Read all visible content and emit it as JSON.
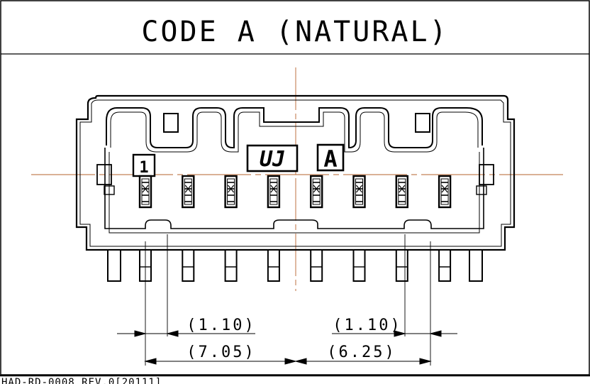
{
  "header": {
    "title": "CODE A (NATURAL)"
  },
  "connector": {
    "pin1_marker": "1",
    "logo_text": "UJ",
    "code_letter": "A",
    "pin_count": 8
  },
  "dimensions": {
    "left_pitch": "(1.10)",
    "right_pitch": "(1.10)",
    "left_overall": "(7.05)",
    "right_overall": "(6.25)"
  },
  "footer": {
    "doc_number": "HAD-RD-0008 REV.0[20111]"
  },
  "colors": {
    "line": "#000000",
    "centerline": "#b5632d",
    "background": "#ffffff"
  }
}
